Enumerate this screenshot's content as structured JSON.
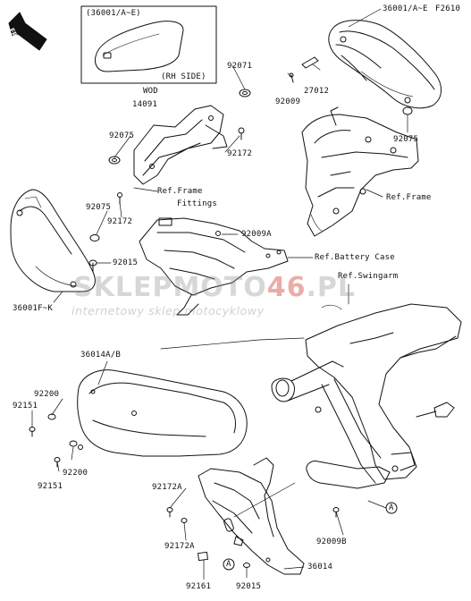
{
  "figure_code": "F2610",
  "front_label": "FRONT",
  "inset": {
    "title": "(36001/A~E)",
    "caption": "(RH SIDE)"
  },
  "labels": {
    "p36001AE": "36001/A~E",
    "wod": "WOD",
    "p14091": "14091",
    "p92071": "92071",
    "p27012": "27012",
    "p92009_top": "92009",
    "p92075_left": "92075",
    "p92172_mid": "92172",
    "p92075_right": "92075",
    "ref_frame_fittings_1": "Ref.Frame",
    "ref_frame_fittings_2": "Fittings",
    "ref_frame": "Ref.Frame",
    "p92075_lower": "92075",
    "p92172_left": "92172",
    "p92009A": "92009A",
    "ref_battery_case": "Ref.Battery Case",
    "p92015_top": "92015",
    "ref_swingarm": "Ref.Swingarm",
    "p36001FK": "36001F~K",
    "p36014AB": "36014A/B",
    "p92200_top": "92200",
    "p92151_top": "92151",
    "p92200_bottom": "92200",
    "p92151_bottom": "92151",
    "p92172A_top": "92172A",
    "p92172A_bottom": "92172A",
    "p92009B": "92009B",
    "callout_a_right": "A",
    "p36014": "36014",
    "p92161": "92161",
    "callout_a_left": "A",
    "p92015_bottom": "92015"
  },
  "watermark": {
    "brand_part1": "SKLEP",
    "brand_part2": "MOTO",
    "brand_number": "46",
    "brand_tld": ".PL",
    "tagline": "internetowy sklep motocyklowy"
  }
}
